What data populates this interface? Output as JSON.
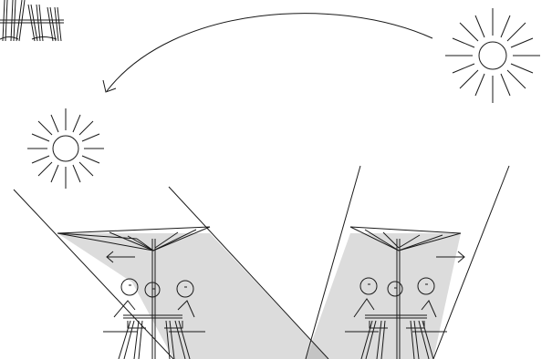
{
  "diagram": {
    "colors": {
      "stroke": "#1a1a1a",
      "shadow": "#dcdcdc",
      "shadow_overlap": "#c4c4c4",
      "background": "#ffffff"
    },
    "elements": {
      "sun_high_right": "sun-icon",
      "sun_low_left": "sun-icon",
      "sun_path": "curved-arrow",
      "left_umbrella": "patio-umbrella",
      "right_umbrella": "patio-umbrella",
      "left_shade_arrow": "arrow-left",
      "right_shade_arrow": "arrow-right",
      "chairs": "chair"
    }
  }
}
